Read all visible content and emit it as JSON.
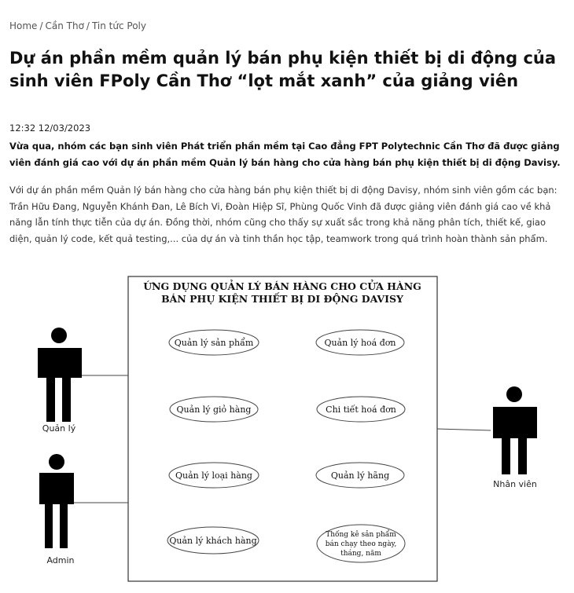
{
  "breadcrumb": {
    "items": [
      "Home",
      "Cần Thơ",
      "Tin tức Poly"
    ],
    "separator": "/"
  },
  "article": {
    "title": "Dự án phần mềm quản lý bán phụ kiện thiết bị di động của sinh viên FPoly Cần Thơ “lọt mắt xanh” của giảng viên",
    "time": "12:32 12/03/2023",
    "lead": "Vừa qua, nhóm các bạn sinh viên Phát triển phần mềm tại Cao đẳng FPT Polytechnic Cần Thơ đã được giảng viên đánh giá cao với dự án phần mềm Quản lý bán hàng cho cửa hàng bán phụ kiện thiết bị di động Davisy.",
    "body": "Với dự án phần mềm Quản lý bán hàng cho cửa hàng bán phụ kiện thiết bị di động Davisy, nhóm sinh viên gồm các bạn: Trần Hữu Đang, Nguyễn Khánh Đan, Lê Bích Vi, Đoàn Hiệp Sĩ, Phùng Quốc Vinh đã được giảng viên đánh giá cao về khả năng lẫn tính thực tiễn của dự án. Đồng thời, nhóm cũng cho thấy sự xuất sắc trong khả năng phân tích, thiết kế, giao diện, quản lý code, kết quả testing,... của dự án và tinh thần học tập, teamwork trong quá trình hoàn thành sản phẩm."
  },
  "diagram": {
    "title_line1": "ỨNG DỤNG QUẢN LÝ BÁN HÀNG CHO CỬA HÀNG",
    "title_line2": "BÁN PHỤ KIỆN THIẾT BỊ DI ĐỘNG DAVISY",
    "actors": {
      "manager": "Quản lý",
      "admin": "Admin",
      "staff": "Nhân viên"
    },
    "use_cases": {
      "products": "Quản lý sản phẩm",
      "invoices": "Quản lý hoá đơn",
      "cart": "Quản lý giỏ hàng",
      "invoice_detail": "Chi tiết hoá đơn",
      "categories": "Quản lý loại hàng",
      "brands": "Quản lý hãng",
      "customers": "Quản lý khách hàng",
      "stats_l1": "Thống kê sản phẩm",
      "stats_l2": "bán chạy theo ngày,",
      "stats_l3": "tháng, năm"
    }
  },
  "colors": {
    "link": "#555555",
    "text": "#222222",
    "actor": "#000000"
  }
}
